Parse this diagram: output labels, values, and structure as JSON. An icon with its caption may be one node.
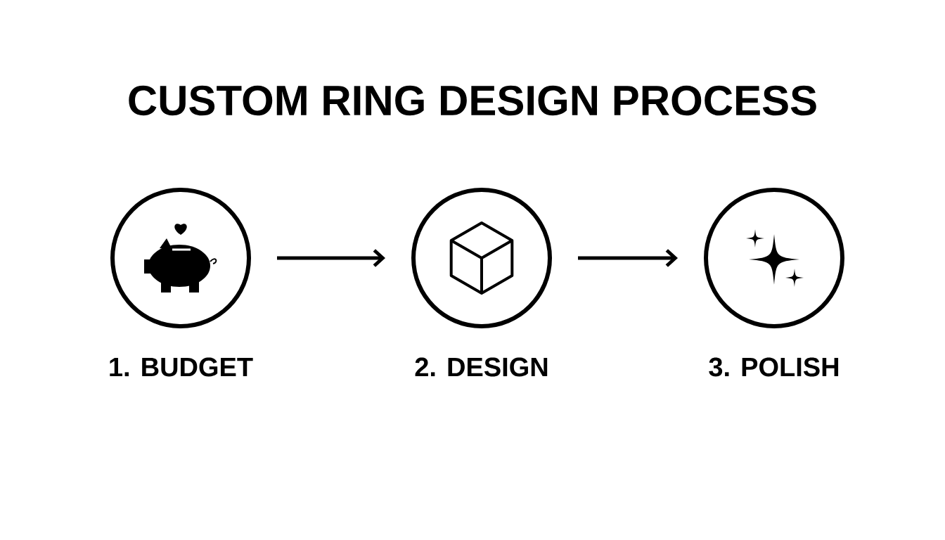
{
  "diagram": {
    "title": "CUSTOM RING DESIGN PROCESS",
    "nodes": [
      {
        "text": [
          "1. BUDGET"
        ]
      },
      {
        "text": [
          "2. DESIGN"
        ]
      },
      {
        "text": [
          "3. POLISH"
        ]
      }
    ],
    "edges": [
      {
        "from": 0,
        "to": 1,
        "arrow": "to"
      },
      {
        "from": 1,
        "to": 2,
        "arrow": "to"
      }
    ]
  }
}
